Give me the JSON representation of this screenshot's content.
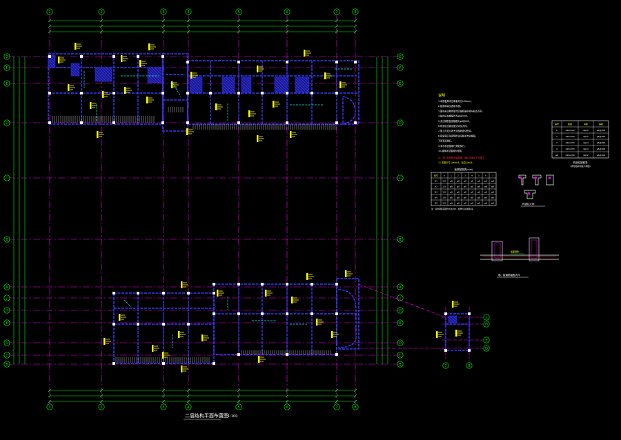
{
  "drawing": {
    "title": "二层结构平面布置图",
    "scale": "1:100",
    "colors": {
      "background": "#000000",
      "axis": "#ff00ff",
      "dimension": "#00ff00",
      "beam": "#3a3aff",
      "column": "#ffffff",
      "hatch": "#2a2aff",
      "label": "#ffff00",
      "note_red": "#ff3333",
      "cyan": "#00ffff"
    },
    "grid_top": [
      "1",
      "2",
      "3",
      "4",
      "5",
      "6",
      "7",
      "8"
    ],
    "grid_bottom": [
      "1",
      "2",
      "3",
      "4",
      "5",
      "6",
      "7",
      "8"
    ],
    "grid_left": [
      "G",
      "F",
      "E",
      "D",
      "C",
      "B",
      "A",
      "J",
      "H",
      "E",
      "D",
      "C",
      "B",
      "A"
    ],
    "grid_right": [
      "G",
      "F",
      "E",
      "D",
      "C",
      "B",
      "A",
      "J",
      "H",
      "E",
      "D",
      "C",
      "B",
      "A"
    ],
    "notes": {
      "heading": "说明",
      "lines": [
        "1.本层板厚未注明者均为120mm。",
        "2.板面标高见各层平面。",
        "3.图中未注明的梁均沿轴线居中或与柱边齐平。",
        "4.板内分布钢筋均为φ6@200。",
        "5.未注明的板底钢筋为φ8@200。",
        "6.构造柱位置及做法详见大样。",
        "7.施工时应与各专业图纸密切配合。",
        "8.预留洞口及预埋件详见相关专业图纸，",
        "   不得事后凿打。",
        "9.未尽事宜按现行规范执行。",
        "10.楼梯详见楼梯大样图。"
      ],
      "red_line": "注：施工前须核对建筑图，确认无误后方可施工。",
      "yellow_line": "11.本图尺寸以mm计，标高以m计。"
    },
    "slab_table": {
      "caption": "板厚配筋表(mm)",
      "headers": [
        "编号",
        "h",
        "1",
        "2",
        "3",
        "4",
        "5",
        "6",
        "7"
      ],
      "rows": [
        [
          "B1",
          "120",
          "φ8",
          "φ8",
          "φ8",
          "φ8",
          "φ8",
          "φ8",
          "φ8"
        ],
        [
          "B2",
          "120",
          "φ8",
          "φ8",
          "φ8",
          "φ8",
          "φ8",
          "φ8",
          "φ8"
        ],
        [
          "B3",
          "100",
          "φ8",
          "φ8",
          "φ8",
          "φ8",
          "φ8",
          "φ8",
          "φ8"
        ],
        [
          "B4",
          "100",
          "φ8",
          "φ8",
          "φ8",
          "φ8",
          "φ8",
          "φ8",
          "φ8"
        ],
        [
          "B5",
          "120",
          "φ8",
          "φ8",
          "φ8",
          "φ8",
          "φ8",
          "φ8",
          "φ8"
        ]
      ],
      "footnote": "注：表中钢筋间距均为@200，板厚h见各板标注。"
    },
    "column_table": {
      "caption": "构造柱配筋表",
      "subcaption": "(详见相关构造大样图)",
      "headers": [
        "编号",
        "截面",
        "纵筋",
        "箍筋"
      ],
      "rows": [
        [
          "1",
          "240x240",
          "4φ12",
          "φ6@200"
        ],
        [
          "2",
          "240x240",
          "4φ12",
          "φ6@200"
        ],
        [
          "3",
          "240x370",
          "4φ14",
          "φ6@200"
        ],
        [
          "4",
          "240x370",
          "4φ14",
          "φ6@200"
        ],
        [
          "GZ",
          "240x240",
          "4φ12",
          "φ6@200"
        ]
      ]
    },
    "column_sections_caption": "构造柱大样",
    "wall_detail_caption": "墙、板钢筋锚固大样",
    "wall_detail_label": "板面钢筋",
    "inset_grid_bottom": [
      "7",
      "8"
    ],
    "inset_grid_right": [
      "J",
      "H",
      "E",
      "D"
    ]
  }
}
